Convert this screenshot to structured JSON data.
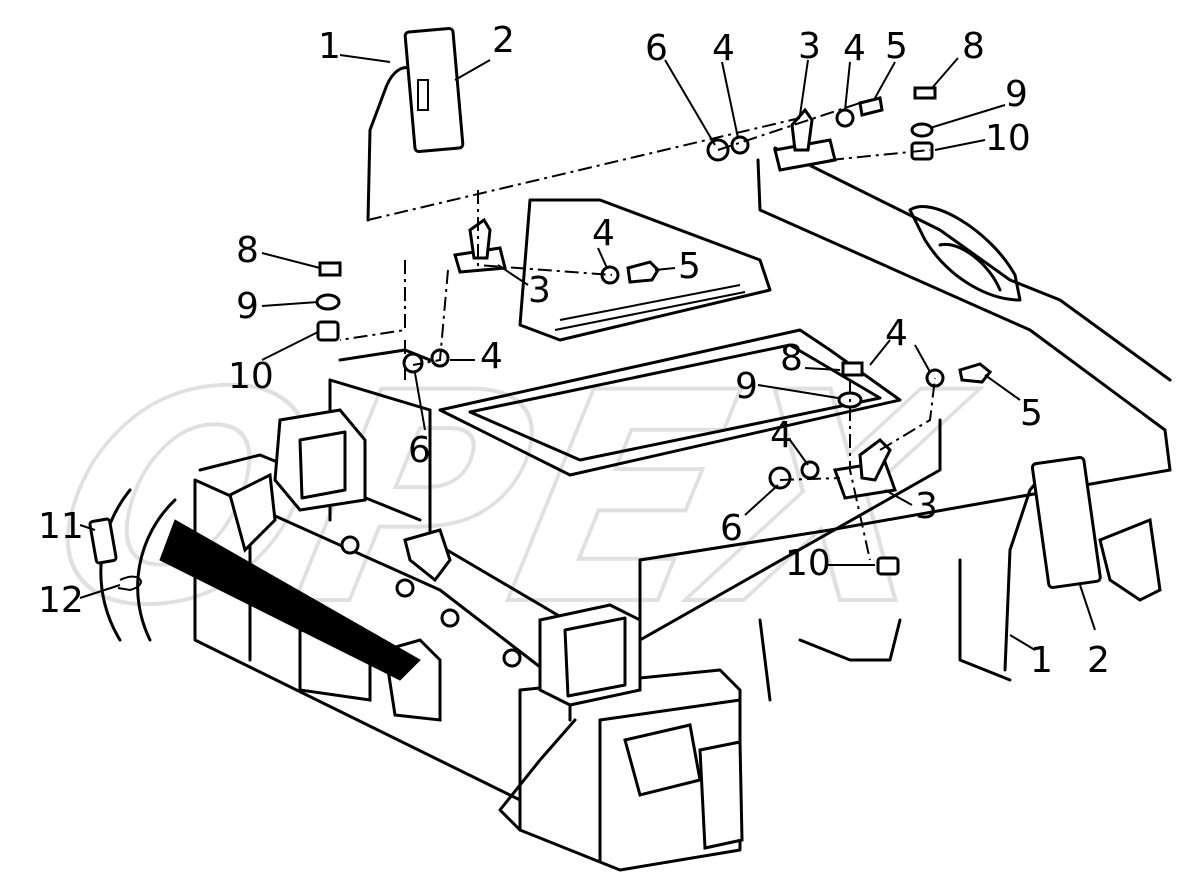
{
  "watermark": "OPEX",
  "callouts": [
    "1",
    "2",
    "6",
    "4",
    "3",
    "4",
    "5",
    "8",
    "9",
    "10",
    "4",
    "5",
    "3",
    "8",
    "9",
    "10",
    "4",
    "6",
    "8",
    "4",
    "9",
    "5",
    "4",
    "3",
    "6",
    "10",
    "1",
    "2",
    "11",
    "12"
  ]
}
